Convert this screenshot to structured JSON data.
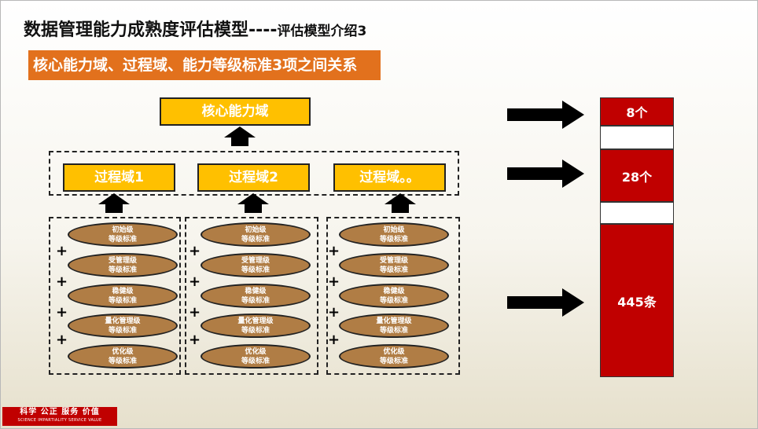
{
  "title": {
    "main": "数据管理能力成熟度评估模型----",
    "sub": "评估模型介绍3"
  },
  "banner": "核心能力域、过程域、能力等级标准3项之间关系",
  "core_domain": "核心能力域",
  "process_domains": [
    "过程域1",
    "过程域2",
    "过程域。。"
  ],
  "levels": [
    [
      "初始级",
      "等级标准"
    ],
    [
      "受管理级",
      "等级标准"
    ],
    [
      "稳健级",
      "等级标准"
    ],
    [
      "量化管理级",
      "等级标准"
    ],
    [
      "优化级",
      "等级标准"
    ]
  ],
  "plus_sign": "+",
  "counts": {
    "core": "8个",
    "process": "28个",
    "standards": "445条"
  },
  "colors": {
    "banner": "#e2711d",
    "box": "#ffc000",
    "ellipse": "#b07d45",
    "count": "#c00000"
  },
  "logo": {
    "line1": "科学 公正 服务 价值",
    "line2": "SCIENCE IMPARTIALITY SERVICE VALUE"
  }
}
